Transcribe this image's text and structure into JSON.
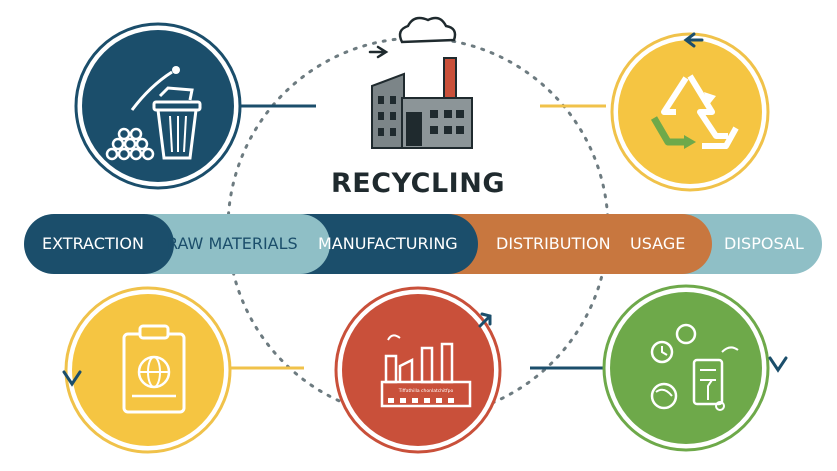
{
  "title": "RECYCLING",
  "stages": [
    {
      "label": "EXTRACTION",
      "color": "#1b4e6b",
      "text_color": "#ffffff"
    },
    {
      "label": "RAW  MATERIALS",
      "color": "#8fbfc6",
      "text_color": "#1b4e6b"
    },
    {
      "label": "MANUFACTURING",
      "color": "#1b4e6b",
      "text_color": "#ffffff"
    },
    {
      "label": "DISTRIBUTION",
      "color": "#c8773f",
      "text_color": "#ffffff"
    },
    {
      "label": "USAGE",
      "color": "#c8773f",
      "text_color": "#ffffff"
    },
    {
      "label": "DISPOSAL",
      "color": "#8fbfc6",
      "text_color": "#ffffff"
    }
  ],
  "icons": {
    "top_center": "factory-icon",
    "top_left": "trash-can-icon",
    "top_right": "recycle-icon",
    "bottom_left": "clipboard-globe-icon",
    "bottom_center": "industrial-plant-icon",
    "bottom_right": "eco-lab-icon"
  },
  "factory_sign_text": "Tiffathilla chonlatchitfpo",
  "colors": {
    "navy": "#1b4e6b",
    "teal_light": "#8fbfc6",
    "orange": "#c8773f",
    "yellow": "#f5c542",
    "red": "#c9503a",
    "green": "#6ea94a",
    "connector_yellow": "#f0c24a",
    "dotted_circle": "#6d7b80"
  }
}
